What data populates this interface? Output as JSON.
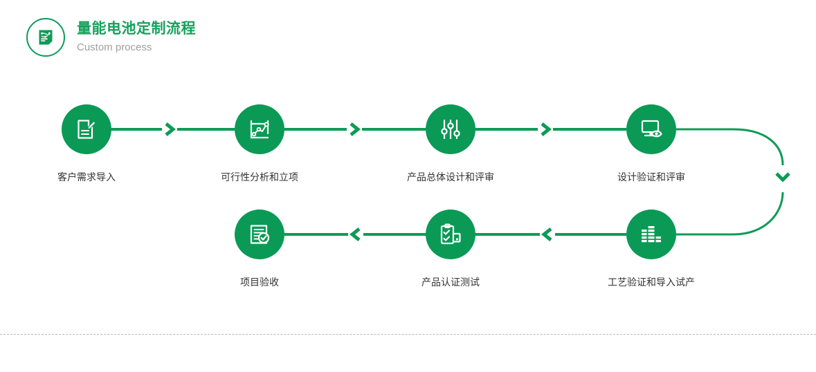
{
  "header": {
    "icon": "process-document-icon",
    "title": "量能电池定制流程",
    "subtitle": "Custom process",
    "title_color": "#16a15c",
    "subtitle_color": "#a0a0a0"
  },
  "theme": {
    "green": "#0a9a55",
    "line_green": "#0d9b57",
    "label_color": "#333333",
    "divider_color": "#b5b5b5",
    "background": "#ffffff"
  },
  "flow": {
    "top_row": [
      {
        "index": 1,
        "label": "客户需求导入",
        "icon": "document-pencil-icon"
      },
      {
        "index": 2,
        "label": "可行性分析和立项",
        "icon": "line-chart-icon"
      },
      {
        "index": 3,
        "label": "产品总体设计和评审",
        "icon": "sliders-icon"
      },
      {
        "index": 4,
        "label": "设计验证和评审",
        "icon": "monitor-eye-icon"
      }
    ],
    "bottom_row": [
      {
        "index": 5,
        "label": "工艺验证和导入试产",
        "icon": "bar-chart-equalizer-icon"
      },
      {
        "index": 6,
        "label": "产品认证测试",
        "icon": "clipboard-check-icon"
      },
      {
        "index": 7,
        "label": "项目验收",
        "icon": "document-check-badge-icon"
      }
    ],
    "connectors": [
      {
        "name": "connector-1-2",
        "direction": "right"
      },
      {
        "name": "connector-2-3",
        "direction": "right"
      },
      {
        "name": "connector-3-4",
        "direction": "right"
      },
      {
        "name": "connector-4-5",
        "direction": "down-uturn"
      },
      {
        "name": "connector-5-6",
        "direction": "left"
      },
      {
        "name": "connector-6-7",
        "direction": "left"
      }
    ]
  }
}
